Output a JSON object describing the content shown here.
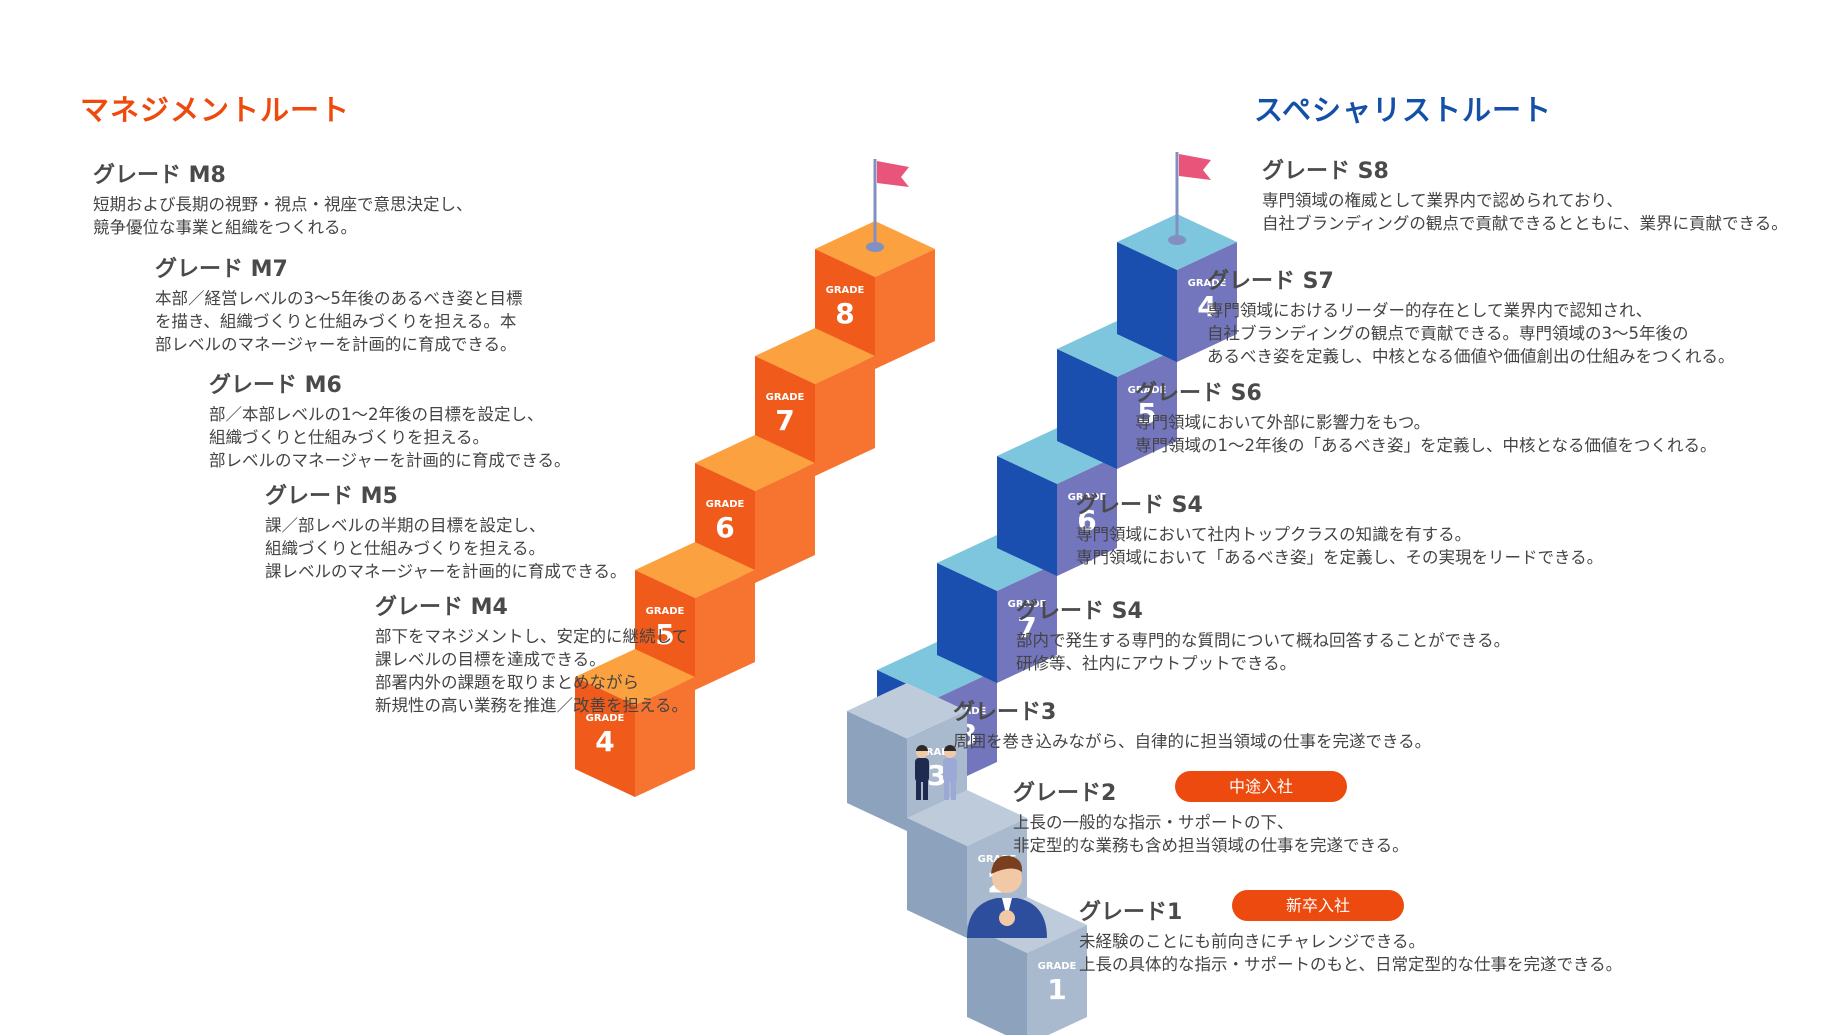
{
  "titles": {
    "management": "マネジメントルート",
    "specialist": "スペシャリストルート"
  },
  "cube_label": "GRADE",
  "colors": {
    "m_top": "#FCA13F",
    "m_left": "#F05A1A",
    "m_right": "#F77430",
    "s_top": "#7DC6DE",
    "s_left": "#1A4FB0",
    "s_right": "#7375BD",
    "b_top": "#BECBDB",
    "b_left": "#8DA3BD",
    "b_right": "#A9BACE",
    "flag": "#E8547A",
    "pole": "#8190C0",
    "management": "#EE4A0E",
    "specialist": "#1450A8"
  },
  "cubes": [
    {
      "num": "1",
      "type": "base"
    },
    {
      "num": "2",
      "type": "base"
    },
    {
      "num": "3",
      "type": "base"
    },
    {
      "num": "4",
      "type": "m"
    },
    {
      "num": "5",
      "type": "m"
    },
    {
      "num": "6",
      "type": "m"
    },
    {
      "num": "7",
      "type": "m"
    },
    {
      "num": "8",
      "type": "m"
    },
    {
      "num": "4",
      "type": "s"
    },
    {
      "num": "5",
      "type": "s"
    },
    {
      "num": "6",
      "type": "s"
    },
    {
      "num": "7",
      "type": "s"
    },
    {
      "num": "8",
      "type": "s"
    }
  ],
  "grades": {
    "m8": {
      "title": "グレード M8",
      "lines": [
        "短期および長期の視野・視点・視座で意思決定し、",
        "競争優位な事業と組織をつくれる。"
      ]
    },
    "m7": {
      "title": "グレード M7",
      "lines": [
        "本部／経営レベルの3〜5年後のあるべき姿と目標",
        "を描き、組織づくりと仕組みづくりを担える。本",
        "部レベルのマネージャーを計画的に育成できる。"
      ]
    },
    "m6": {
      "title": "グレード M6",
      "lines": [
        "部／本部レベルの1〜2年後の目標を設定し、",
        "組織づくりと仕組みづくりを担える。",
        "部レベルのマネージャーを計画的に育成できる。"
      ]
    },
    "m5": {
      "title": "グレード M5",
      "lines": [
        "課／部レベルの半期の目標を設定し、",
        "組織づくりと仕組みづくりを担える。",
        "課レベルのマネージャーを計画的に育成できる。"
      ]
    },
    "m4": {
      "title": "グレード M4",
      "lines": [
        "部下をマネジメントし、安定的に継続して",
        "課レベルの目標を達成できる。",
        "部署内外の課題を取りまとめながら",
        "新規性の高い業務を推進／改善を担える。"
      ]
    },
    "s8": {
      "title": "グレード S8",
      "lines": [
        "専門領域の権威として業界内で認められており、",
        "自社ブランディングの観点で貢献できるとともに、業界に貢献できる。"
      ]
    },
    "s7": {
      "title": "グレード S7",
      "lines": [
        "専門領域におけるリーダー的存在として業界内で認知され、",
        "自社ブランディングの観点で貢献できる。専門領域の3〜5年後の",
        "あるべき姿を定義し、中核となる価値や価値創出の仕組みをつくれる。"
      ]
    },
    "s6": {
      "title": "グレード S6",
      "lines": [
        "専門領域において外部に影響力をもつ。",
        "専門領域の1〜2年後の「あるべき姿」を定義し、中核となる価値をつくれる。"
      ]
    },
    "s5": {
      "title": "グレード S4",
      "lines": [
        "専門領域において社内トップクラスの知識を有する。",
        "専門領域において「あるべき姿」を定義し、その実現をリードできる。"
      ]
    },
    "s4": {
      "title": "グレード S4",
      "lines": [
        "部内で発生する専門的な質問について概ね回答することができる。",
        "研修等、社内にアウトプットできる。"
      ]
    },
    "g3": {
      "title": "グレード3",
      "lines": [
        "周囲を巻き込みながら、自律的に担当領域の仕事を完遂できる。"
      ]
    },
    "g2": {
      "title": "グレード2",
      "badge": "中途入社",
      "lines": [
        "上長の一般的な指示・サポートの下、",
        "非定型的な業務も含め担当領域の仕事を完遂できる。"
      ]
    },
    "g1": {
      "title": "グレード1",
      "badge": "新卒入社",
      "lines": [
        "未経験のことにも前向きにチャレンジできる。",
        "上長の具体的な指示・サポートのもと、日常定型的な仕事を完遂できる。"
      ]
    }
  }
}
